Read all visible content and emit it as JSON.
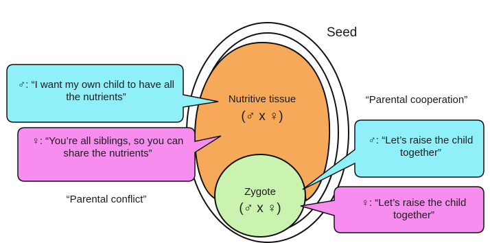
{
  "seed_label": "Seed",
  "nutritive_tissue": {
    "label": "Nutritive tissue",
    "cross": "(♂ x ♀)"
  },
  "zygote": {
    "label": "Zygote",
    "cross": "(♂ x ♀)"
  },
  "parental_conflict": "“Parental conflict”",
  "parental_cooperation": "“Parental cooperation”",
  "callouts": {
    "male_conflict": "♂: “I want my own child to have all the nutrients”",
    "female_conflict": "♀: “You’re all siblings, so you can share the nutrients”",
    "male_cooperation": "♂: “Let’s raise the child together”",
    "female_cooperation": "♀: “Let’s raise the child together”"
  },
  "colors": {
    "nutritive_fill": "#F7A95A",
    "zygote_fill": "#C9F3AE",
    "cyan_callout": "#8FF0F9",
    "pink_callout": "#F68DEF",
    "outline": "#111111"
  }
}
